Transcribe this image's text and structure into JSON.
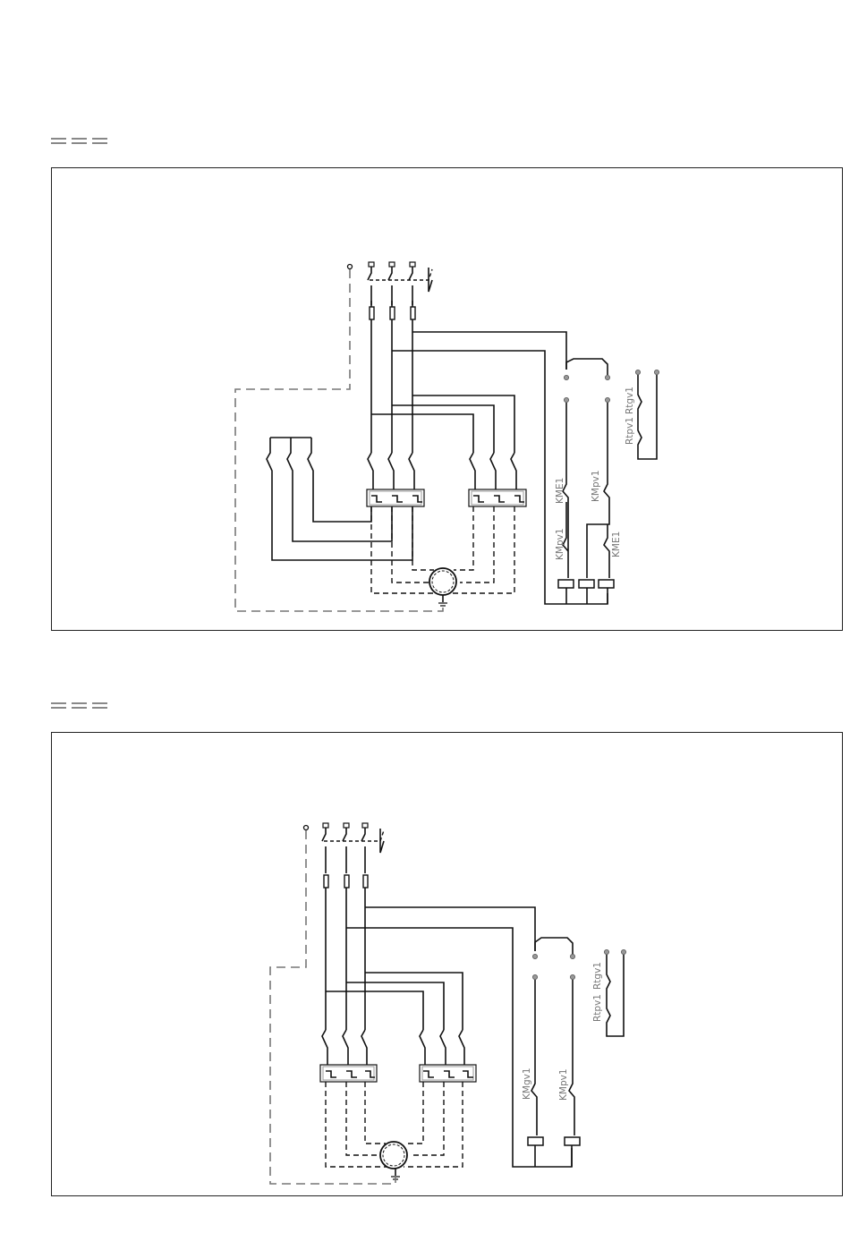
{
  "diagram_1": {
    "labels": {
      "kme1_a": "KME1",
      "kmpv1_a": "KMpv1",
      "kmpv1_b": "KMpv1",
      "kme1_b": "KME1",
      "rtpv1": "Rtpv1",
      "rtgv1": "Rtgv1"
    }
  },
  "diagram_2": {
    "labels": {
      "kmgv1": "KMgv1",
      "kmpv1": "KMpv1",
      "rtpv1": "Rtpv1",
      "rtgv1": "Rtgv1"
    }
  }
}
